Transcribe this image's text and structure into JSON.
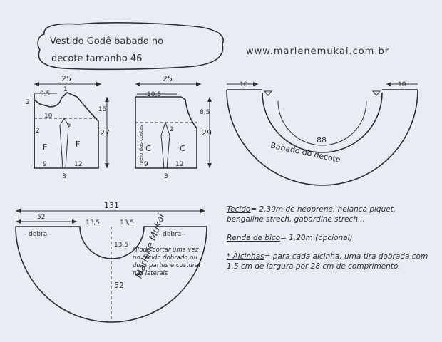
{
  "title": {
    "line1": "Vestido Godê babado no",
    "line2": "decote tamanho 46"
  },
  "website": "www.marlenemukai.com.br",
  "signature": "Marlene Mukai",
  "front_bodice": {
    "width_top": "25",
    "shoulder": "9,5",
    "mark_1": "1",
    "mark_2_left": "2",
    "mark_15": "15",
    "mark_10": "10",
    "mark_2_mid": "2",
    "mark_2_side": "2",
    "label_f1": "F",
    "label_f2": "F",
    "height": "27",
    "bottom_left": "9",
    "bottom_right": "12",
    "bottom_mid": "3"
  },
  "back_bodice": {
    "width_top": "25",
    "shoulder": "10,5",
    "mark_8_5": "8,5",
    "fold_label": "meio das costas",
    "mark_2": "2",
    "label_c1": "C",
    "label_c2": "C",
    "height": "29",
    "bottom_left": "9",
    "bottom_right": "12",
    "bottom_mid": "3"
  },
  "ruffle": {
    "left_ext": "10",
    "right_ext": "10",
    "inner_arc": "88",
    "label": "Babado do decote"
  },
  "skirt": {
    "total_width": "131",
    "left_width": "52",
    "inner_radius_a": "13,5",
    "inner_radius_b": "13,5",
    "fold_left": "- dobra -",
    "fold_right": "- dobra -",
    "waist_depth": "13,5",
    "length": "52",
    "note": "*Pode cortar uma vez no tecido dobrado ou duas partes e costurar nas laterais"
  },
  "notes": {
    "fabric_label": "Tecido",
    "fabric_text": "= 2,30m de neoprene, helanca piquet, bengaline strech, gabardine strech...",
    "lace_label": "Renda de bico",
    "lace_text": "= 1,20m (opcional)",
    "straps_label": "* Alcinhas",
    "straps_text": "= para cada alcinha, uma tira dobrada com 1,5 cm de largura por 28 cm de comprimento."
  }
}
